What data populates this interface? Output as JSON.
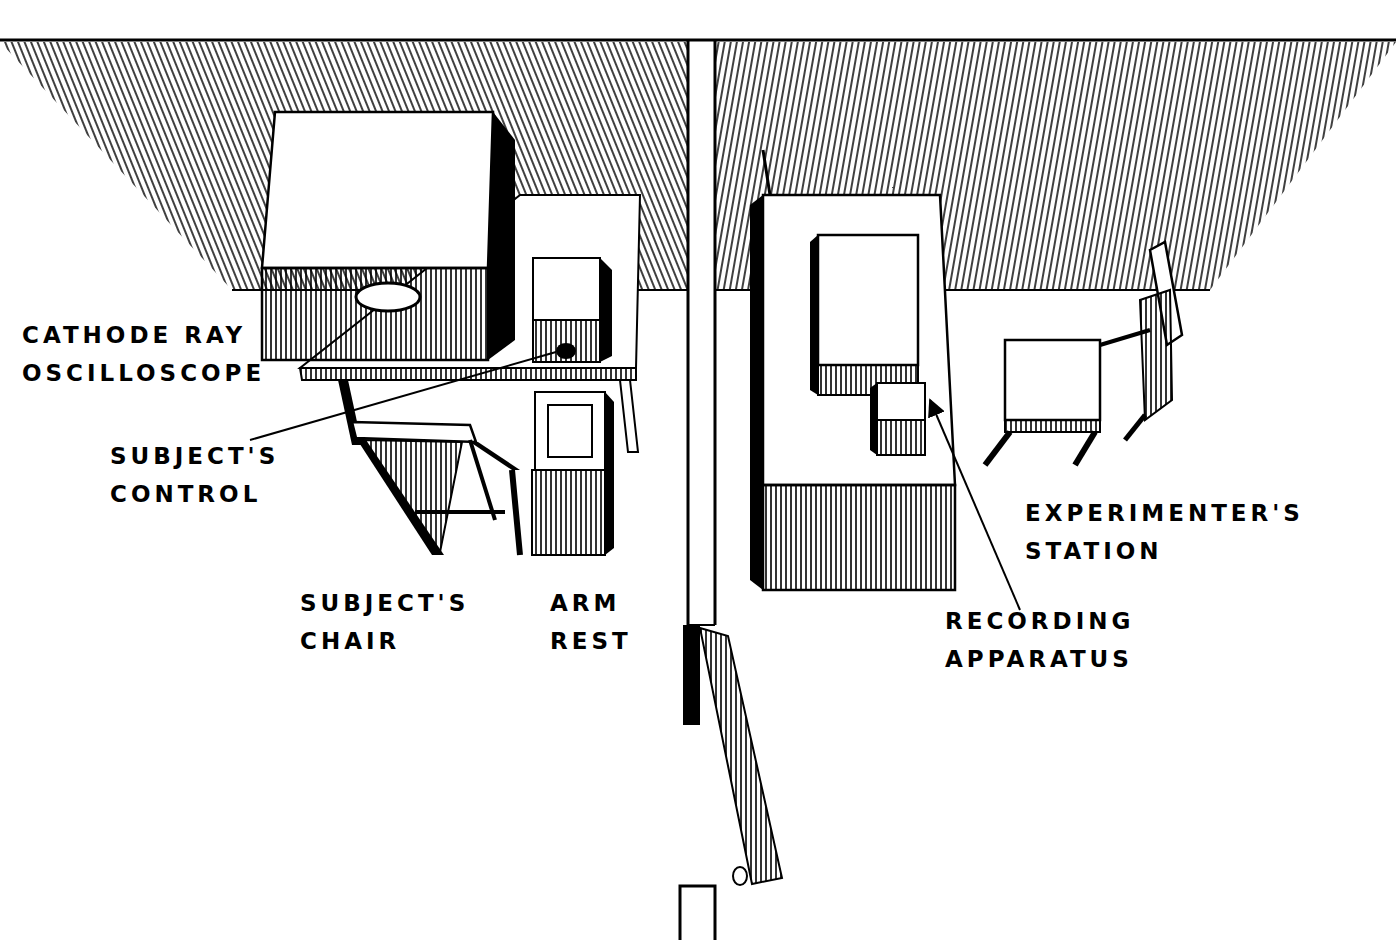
{
  "diagram": {
    "labels": [
      "CATHODE RAY OSCILLOSCOPE",
      "SUBJECT'S CONTROL",
      "SUBJECT'S CHAIR",
      "ARM REST",
      "EXPERIMENTER'S STATION",
      "RECORDING APPARATUS"
    ]
  }
}
